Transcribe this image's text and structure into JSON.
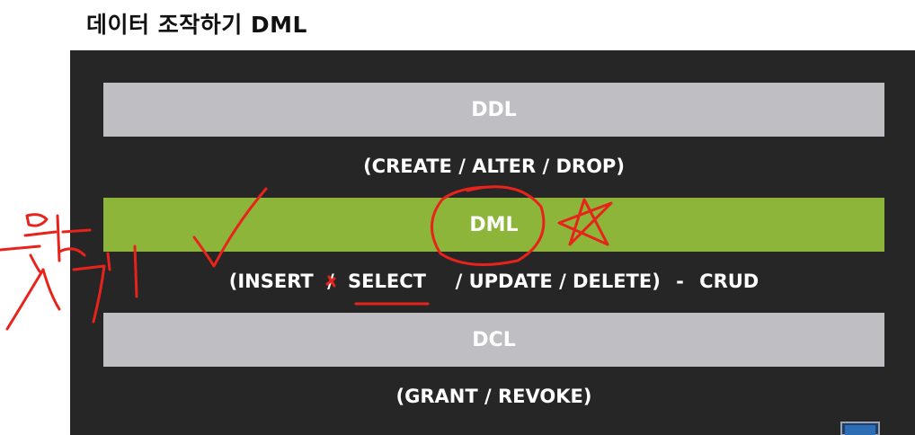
{
  "page": {
    "title": "데이터 조작하기 DML"
  },
  "slide": {
    "bands": [
      {
        "label": "DDL",
        "commands": "(CREATE / ALTER / DROP)"
      },
      {
        "label": "DML"
      },
      {
        "label": "DCL",
        "commands": "(GRANT / REVOKE)"
      }
    ],
    "dml_commands": {
      "open": "(INSERT",
      "sep1": "/",
      "select": "SELECT",
      "rest": "/ UPDATE / DELETE)",
      "dash": "-",
      "crud": "CRUD"
    },
    "colors": {
      "background": "#262626",
      "gray_band": "#bfbec2",
      "green_band": "#8db53a",
      "annotation_ink": "#e8231c"
    }
  },
  "annotations": {
    "handwriting": "용선 가지"
  }
}
